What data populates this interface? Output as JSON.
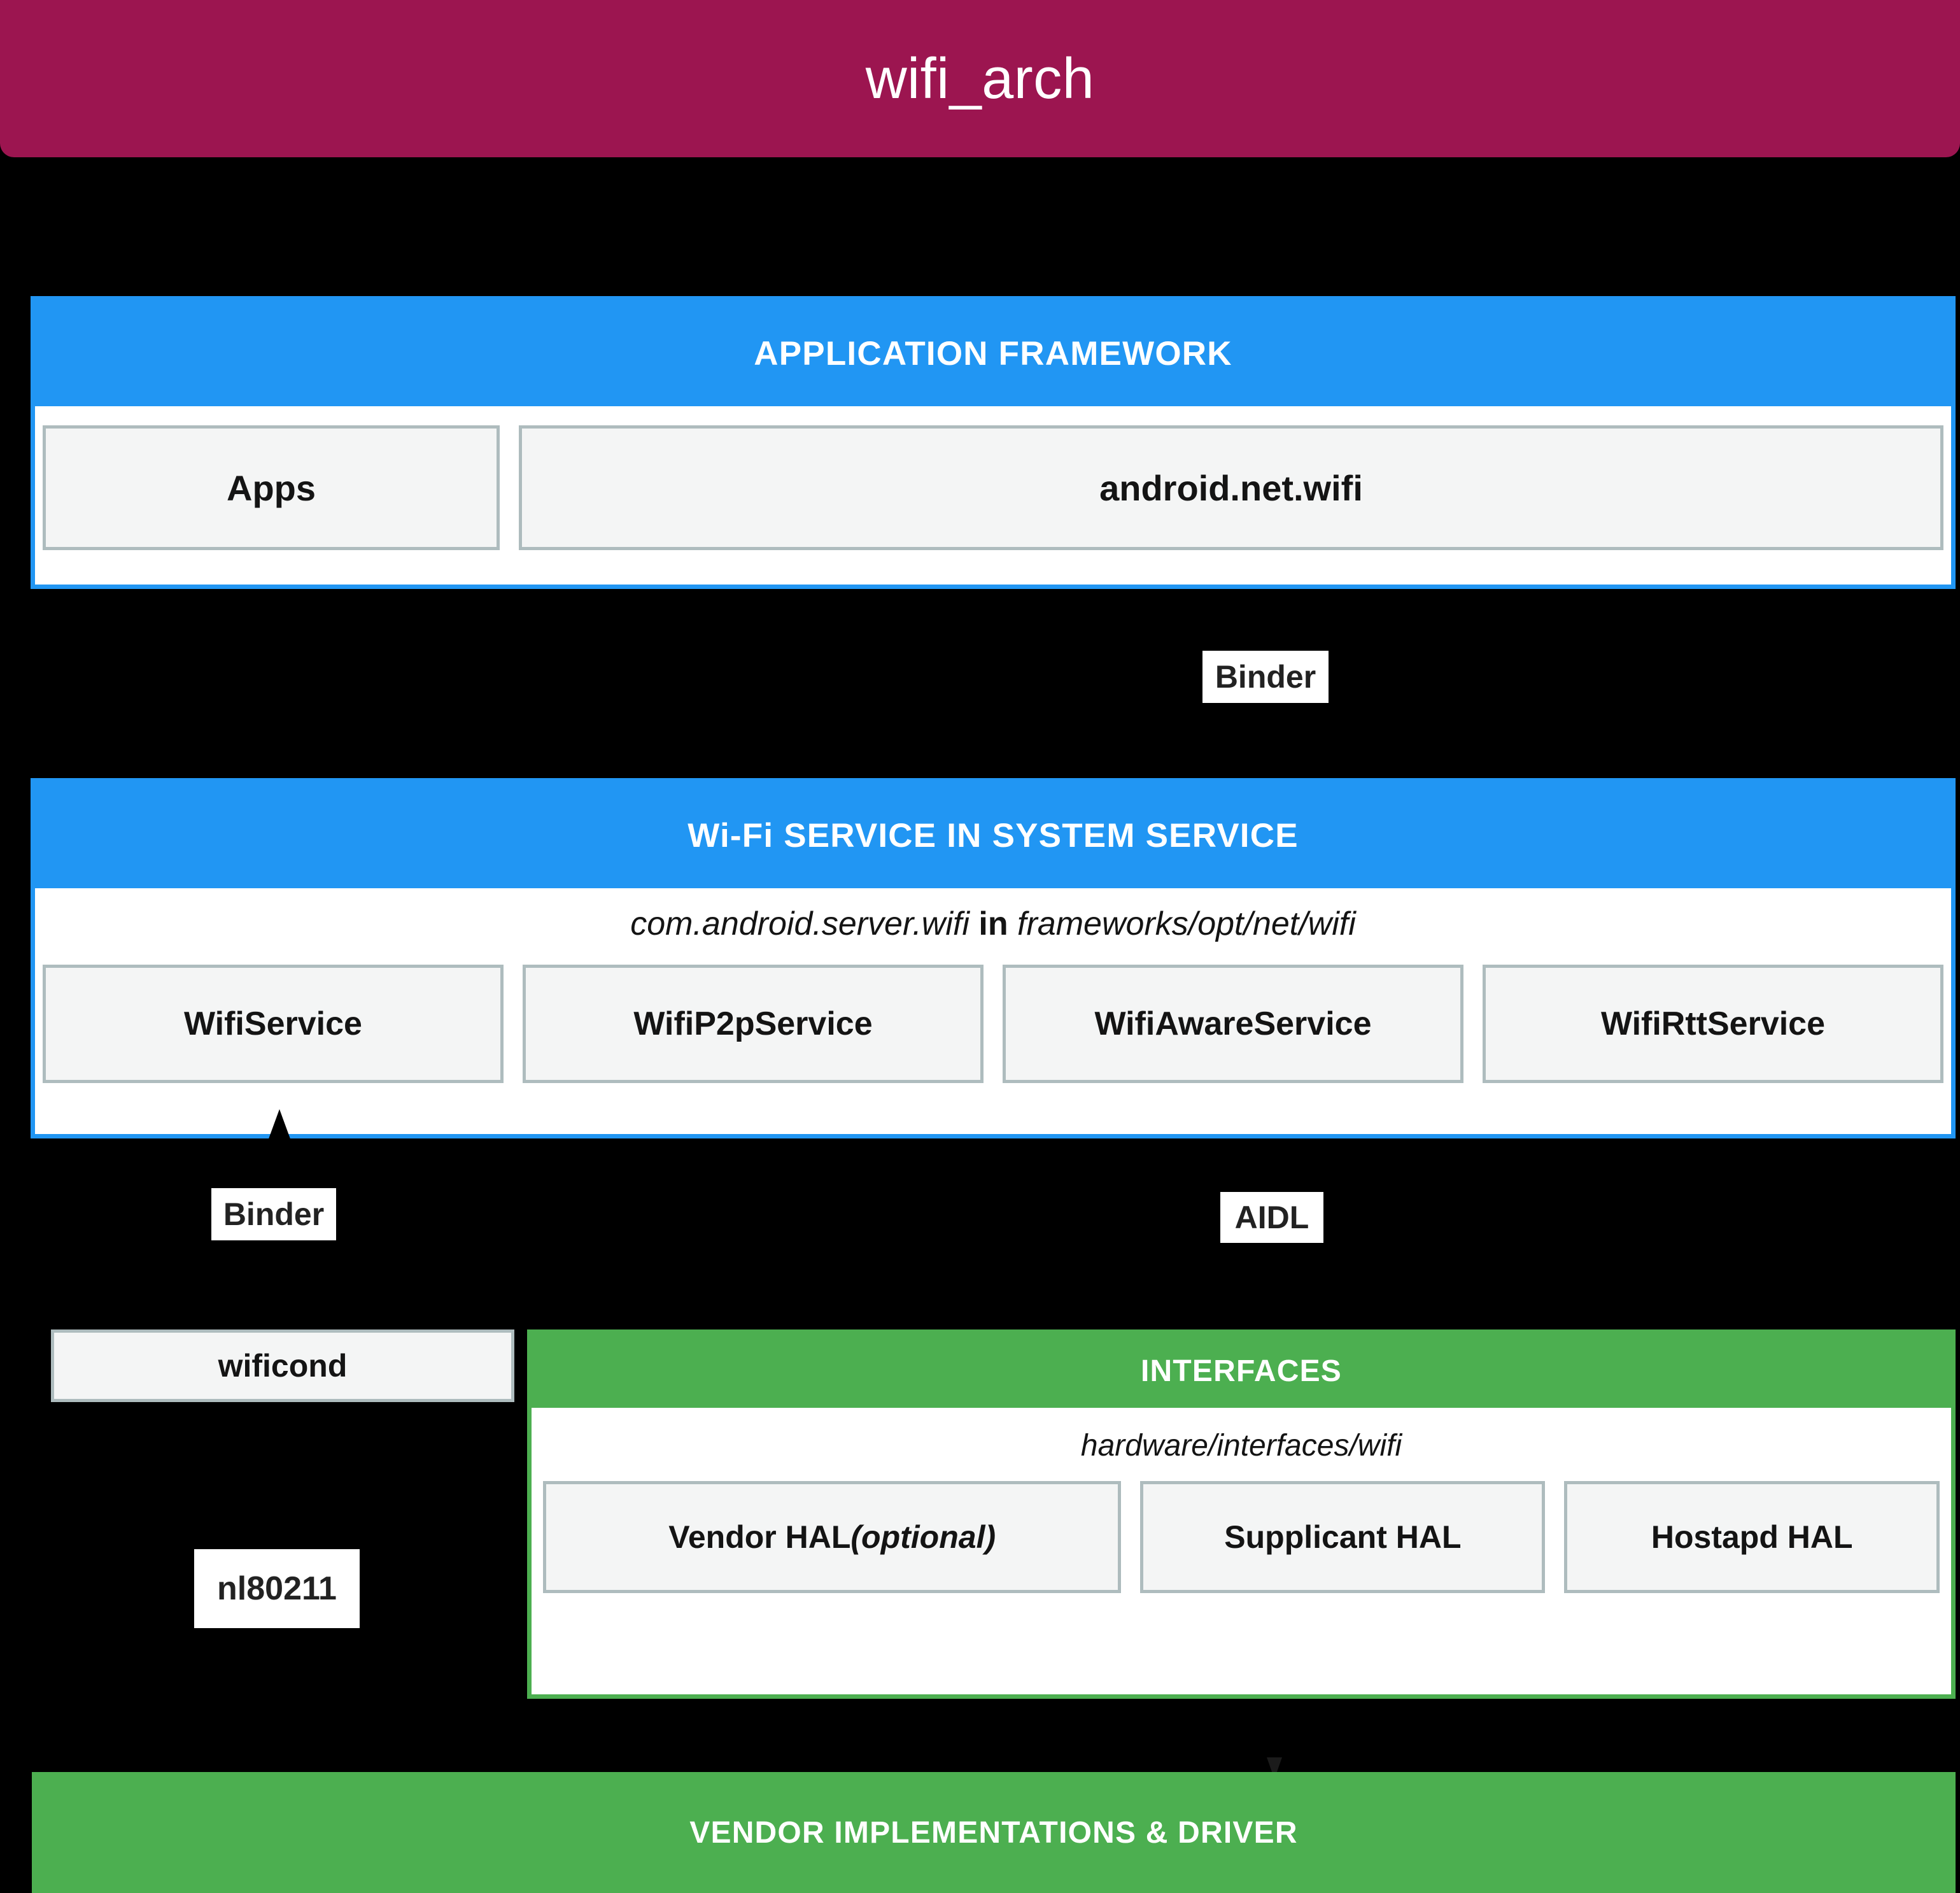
{
  "title_bar": {
    "title": "wifi_arch",
    "background": "#9c1550",
    "text_color": "#ffffff"
  },
  "colors": {
    "page_background": "#000000",
    "framework_accent": "#2196f3",
    "vendor_accent": "#4caf50",
    "box_fill": "#f4f5f5",
    "box_border": "#aebcbe",
    "label_fill": "#ffffff",
    "text_dark": "#141414"
  },
  "layers": {
    "application_framework": {
      "heading": "APPLICATION FRAMEWORK",
      "boxes": [
        {
          "label": "Apps"
        },
        {
          "label": "android.net.wifi"
        }
      ]
    },
    "wifi_service": {
      "heading": "Wi-Fi SERVICE IN SYSTEM SERVICE",
      "path_note": {
        "package": "com.android.server.wifi",
        "joiner": "in",
        "path": "frameworks/opt/net/wifi"
      },
      "boxes": [
        {
          "label": "WifiService"
        },
        {
          "label": "WifiP2pService"
        },
        {
          "label": "WifiAwareService"
        },
        {
          "label": "WifiRttService"
        }
      ]
    },
    "wificond": {
      "label": "wificond"
    },
    "interfaces": {
      "heading": "INTERFACES",
      "path_note": "hardware/interfaces/wifi",
      "boxes": [
        {
          "label": "Vendor HAL ",
          "emphasis": "(optional)"
        },
        {
          "label": "Supplicant HAL",
          "emphasis": ""
        },
        {
          "label": "Hostapd HAL",
          "emphasis": ""
        }
      ]
    },
    "vendor_implementations": {
      "heading": "VENDOR IMPLEMENTATIONS & DRIVER"
    }
  },
  "connectors": [
    {
      "name": "binder-framework-to-service",
      "label": "Binder"
    },
    {
      "name": "binder-service-to-wificond",
      "label": "Binder"
    },
    {
      "name": "aidl-service-to-interfaces",
      "label": "AIDL"
    },
    {
      "name": "nl80211-wificond-to-driver",
      "label": "nl80211"
    }
  ]
}
